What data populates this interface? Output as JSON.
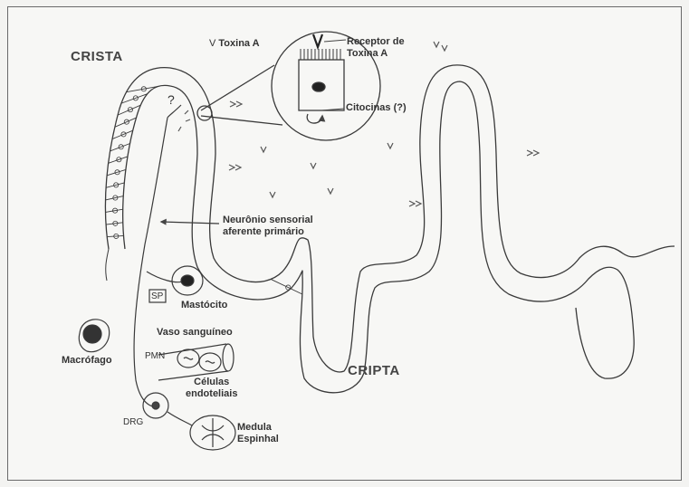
{
  "labels": {
    "crista": "CRISTA",
    "cripta": "CRIPTA",
    "toxin_mark": "V",
    "toxin": "Toxina A",
    "receptor_line1": "Receptor de",
    "receptor_line2": "Toxina A",
    "cytokines": "Citocinas (?)",
    "question": "?",
    "neuron_line1": "Neurônio sensorial",
    "neuron_line2": "aferente primário",
    "sp": "SP",
    "mast_cell": "Mastócito",
    "macrophage": "Macrófago",
    "blood_vessel": "Vaso sanguíneo",
    "pmn": "PMN",
    "endothelial_line1": "Células",
    "endothelial_line2": "endoteliais",
    "drg": "DRG",
    "spinal_line1": "Medula",
    "spinal_line2": "Espinhal"
  },
  "colors": {
    "ink": "#3a3a3a",
    "background": "#f7f7f5",
    "frame": "#6a6a6a"
  }
}
